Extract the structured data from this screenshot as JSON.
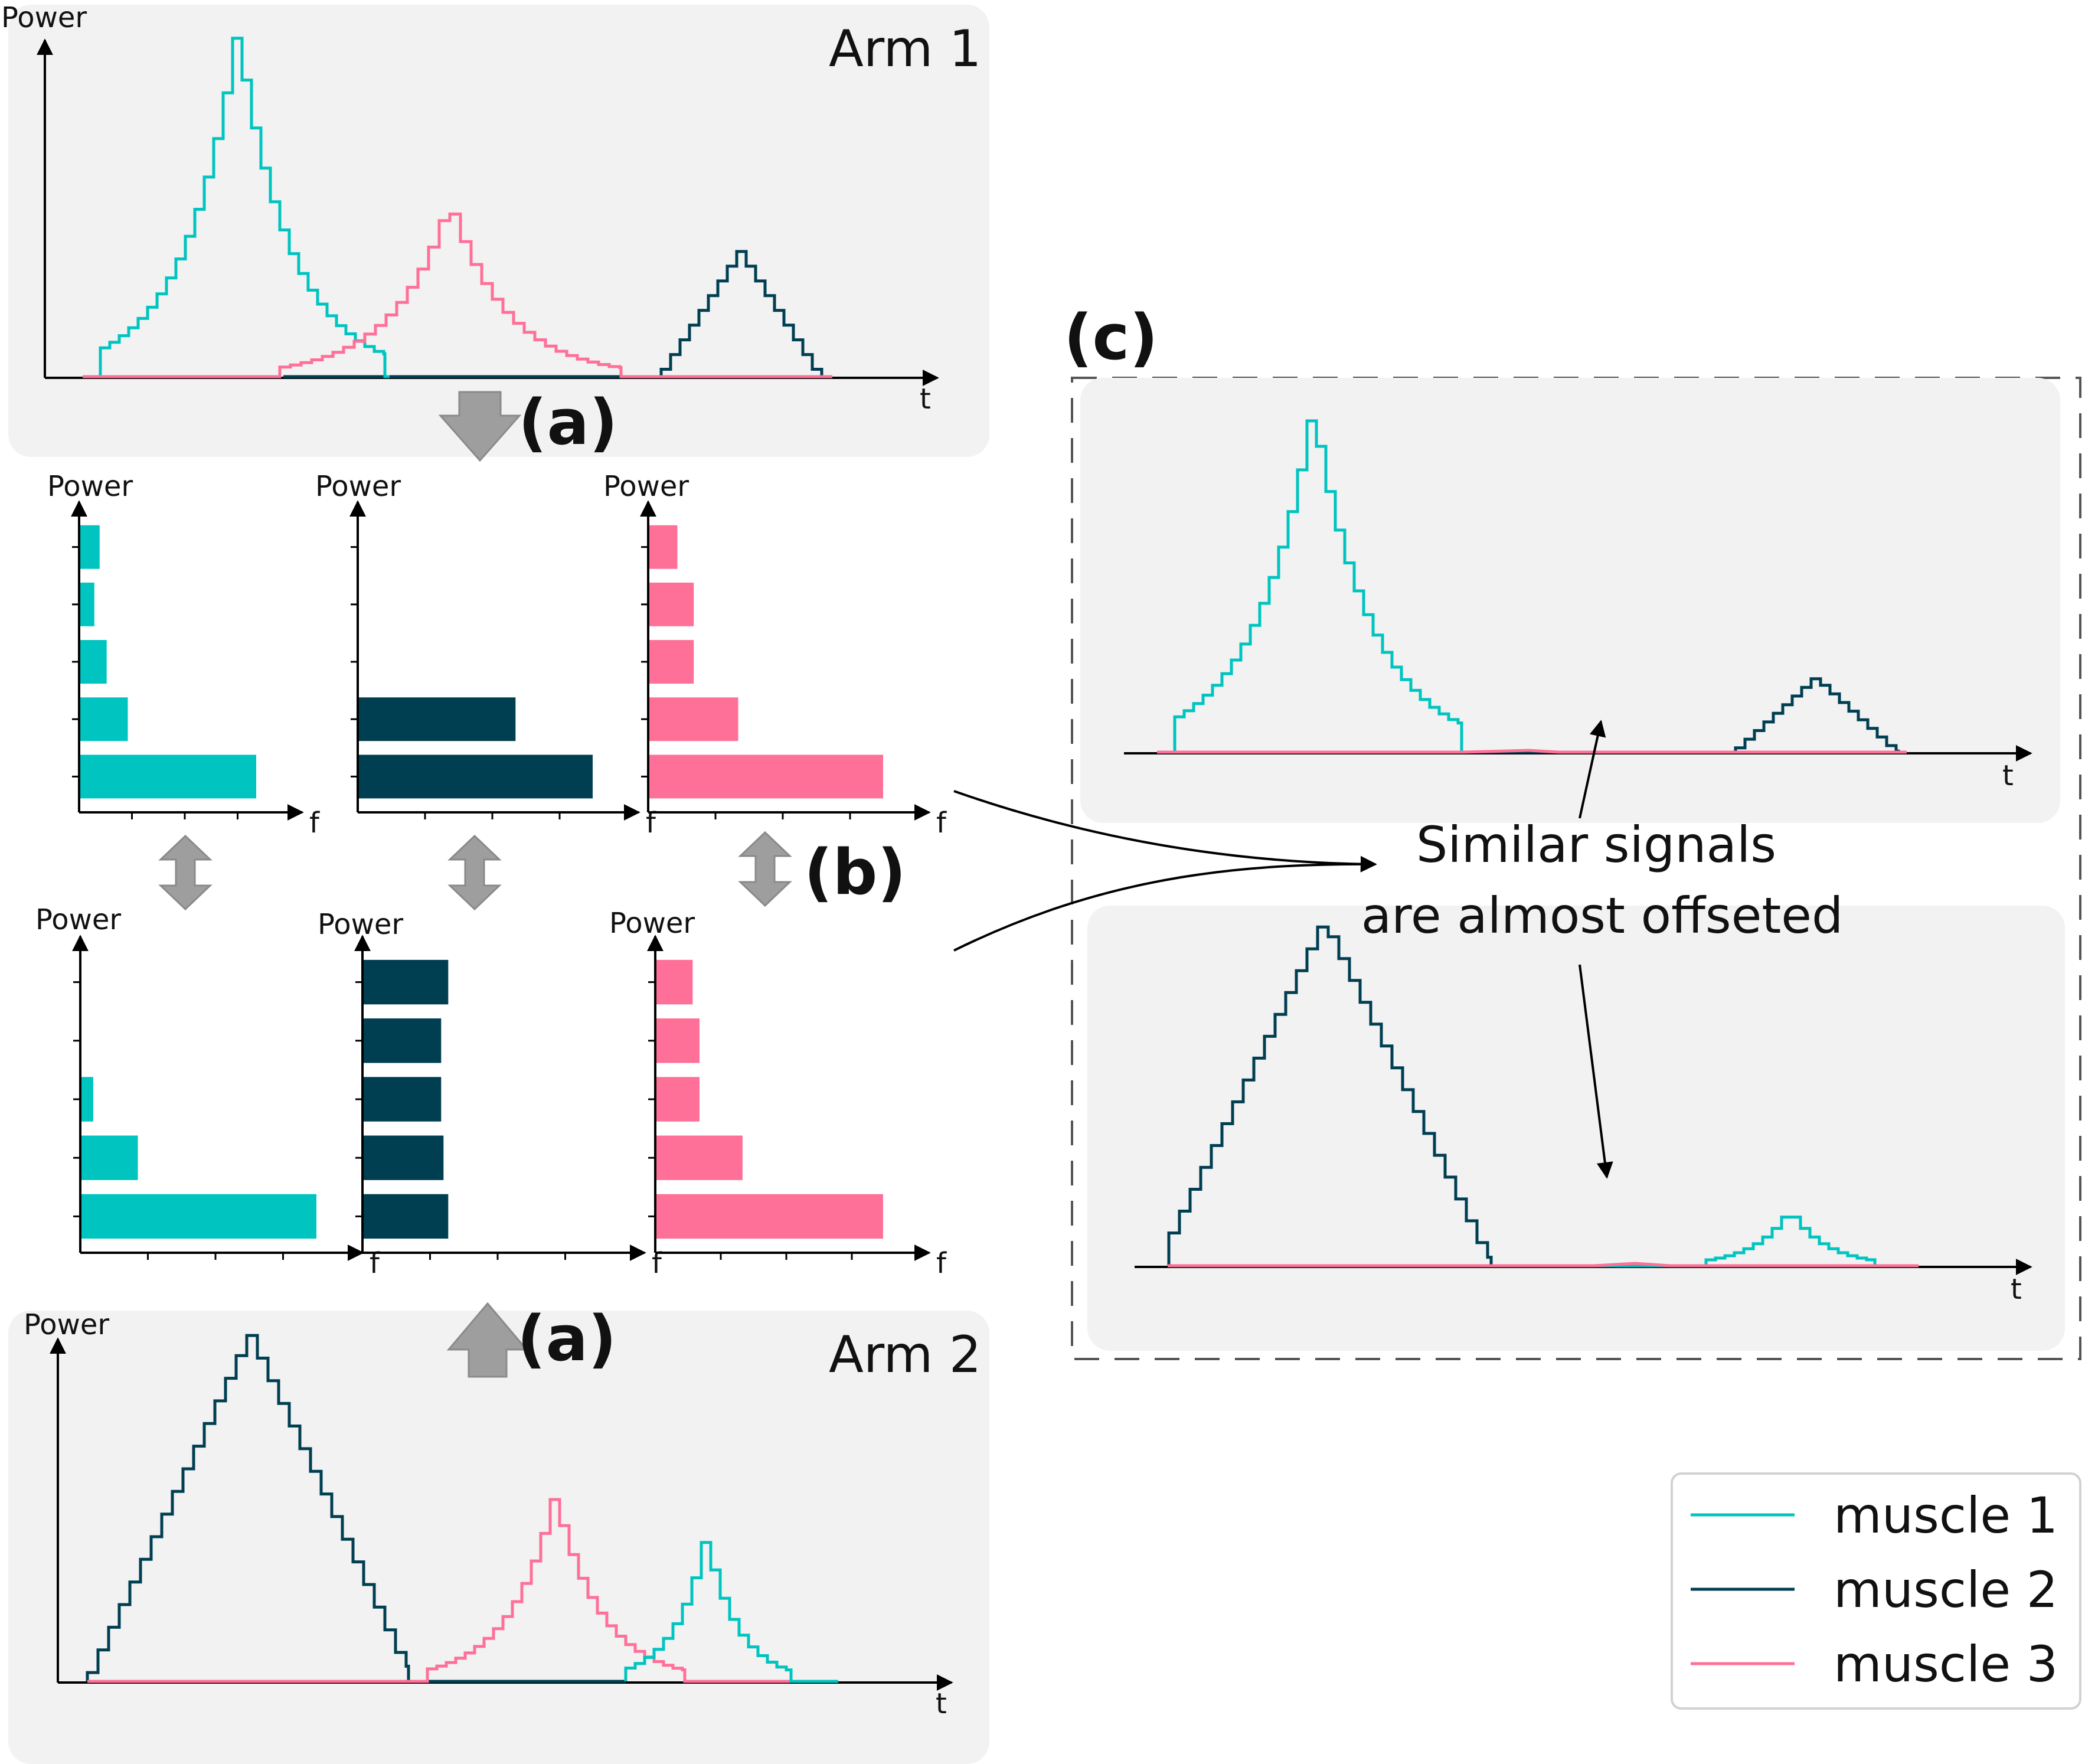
{
  "labels": {
    "power": "Power",
    "t": "t",
    "f": "f",
    "arm1": "Arm 1",
    "arm2": "Arm 2",
    "step_a": "(a)",
    "step_b": "(b)",
    "step_c": "(c)",
    "annotation_line1": "Similar signals",
    "annotation_line2": "are almost offseted"
  },
  "legend": [
    {
      "label": "muscle 1",
      "color": "#00c4c0"
    },
    {
      "label": "muscle 2",
      "color": "#003e52"
    },
    {
      "label": "muscle 3",
      "color": "#ff7098"
    }
  ],
  "colors": {
    "muscle1": "#00c4c0",
    "muscle2": "#003e52",
    "muscle3": "#ff7098",
    "panel": "#f2f2f2",
    "arrow": "#9e9e9e"
  },
  "chart_data": [
    {
      "type": "bar",
      "panel": "arm1-muscle1",
      "orientation": "horizontal",
      "values": [
        1.0,
        0.27,
        0.15,
        0.08,
        0.11
      ]
    },
    {
      "type": "bar",
      "panel": "arm1-muscle2",
      "orientation": "horizontal",
      "values": [
        1.0,
        0.67,
        0,
        0,
        0
      ]
    },
    {
      "type": "bar",
      "panel": "arm1-muscle3",
      "orientation": "horizontal",
      "values": [
        1.0,
        0.38,
        0.19,
        0.19,
        0.12
      ]
    },
    {
      "type": "bar",
      "panel": "arm2-muscle1",
      "orientation": "horizontal",
      "values": [
        1.0,
        0.24,
        0.05,
        0,
        0
      ]
    },
    {
      "type": "bar",
      "panel": "arm2-muscle2",
      "orientation": "horizontal",
      "values": [
        0.36,
        0.34,
        0.33,
        0.33,
        0.36
      ]
    },
    {
      "type": "bar",
      "panel": "arm2-muscle3",
      "orientation": "horizontal",
      "values": [
        1.0,
        0.38,
        0.19,
        0.19,
        0.16
      ]
    }
  ]
}
